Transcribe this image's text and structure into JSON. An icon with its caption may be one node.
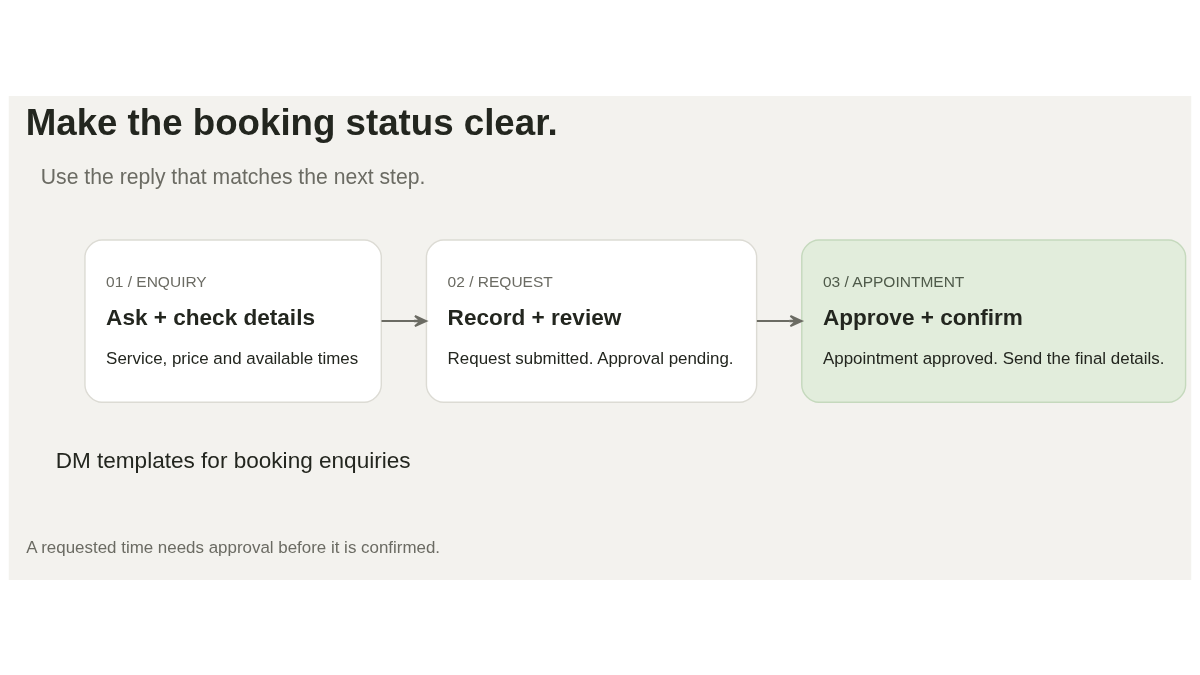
{
  "diagram": {
    "title": "Make the booking status clear.",
    "nodes": [
      {
        "text": [
          "01 / ENQUIRY",
          "Ask + check details",
          "Service, price and available times"
        ]
      },
      {
        "text": [
          "02 / REQUEST",
          "Record + review",
          "Request submitted. Approval pending."
        ]
      },
      {
        "text": [
          "03 / APPOINTMENT",
          "Approve + confirm",
          "Appointment approved. Send the final details."
        ]
      }
    ],
    "edges": [
      {
        "from": 0,
        "to": 1,
        "arrow": "to"
      },
      {
        "from": 1,
        "to": 2,
        "arrow": "to"
      }
    ],
    "labels": [
      "Use the reply that matches the next step.",
      "DM templates for booking enquiries",
      "A requested time needs approval before it is confirmed."
    ]
  }
}
